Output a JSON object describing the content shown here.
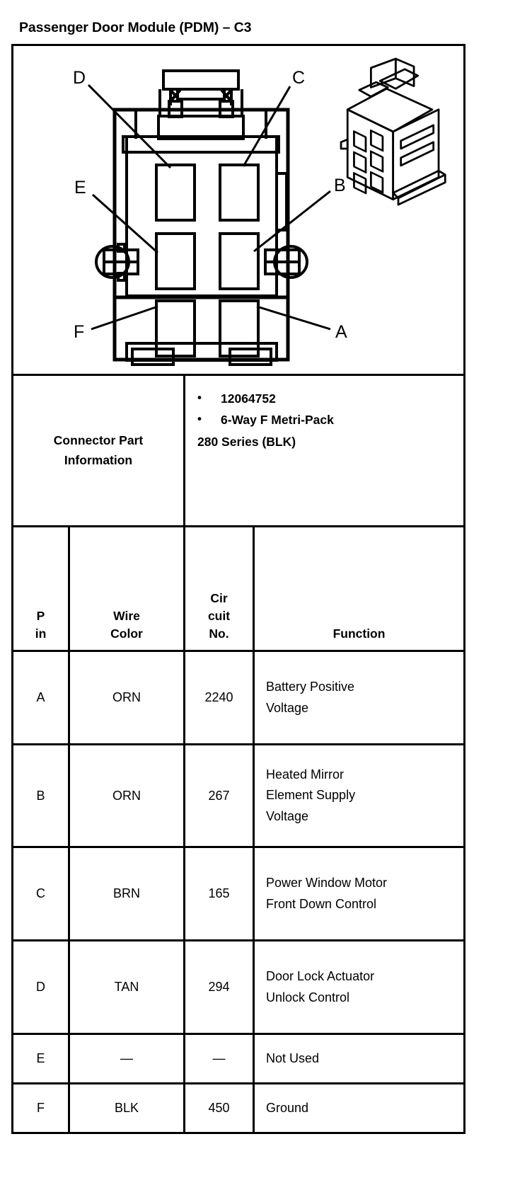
{
  "document": {
    "title": "Passenger Door Module (PDM) – C3"
  },
  "diagram": {
    "name": "connector-face-view",
    "description": "6-way connector face view with pin callouts",
    "callouts": [
      {
        "label": "D",
        "position": "top-left"
      },
      {
        "label": "C",
        "position": "top-right"
      },
      {
        "label": "E",
        "position": "middle-left"
      },
      {
        "label": "B",
        "position": "middle-right"
      },
      {
        "label": "F",
        "position": "bottom-left"
      },
      {
        "label": "A",
        "position": "bottom-right"
      }
    ],
    "cavity_count": 6,
    "inset_view": "isometric-connector-illustration"
  },
  "connector_part_information": {
    "label_line1": "Connector Part",
    "label_line2": "Information",
    "bullets": [
      "12064752",
      "6-Way F Metri-Pack"
    ],
    "tail": "280 Series (BLK)"
  },
  "pin_table": {
    "headers": {
      "pin": {
        "line1": "P",
        "line2": "in"
      },
      "wire": {
        "line1": "Wire",
        "line2": "Color"
      },
      "circuit": {
        "line1": "Cir",
        "line2": "cuit",
        "line3": "No."
      },
      "function": {
        "line1": "Function"
      }
    },
    "rows": [
      {
        "pin": "A",
        "wire_color": "ORN",
        "circuit_no": "2240",
        "function_lines": [
          "Battery Positive",
          "Voltage"
        ]
      },
      {
        "pin": "B",
        "wire_color": "ORN",
        "circuit_no": "267",
        "function_lines": [
          "Heated Mirror",
          "Element Supply",
          "Voltage"
        ]
      },
      {
        "pin": "C",
        "wire_color": "BRN",
        "circuit_no": "165",
        "function_lines": [
          "Power Window Motor",
          "Front Down Control"
        ]
      },
      {
        "pin": "D",
        "wire_color": "TAN",
        "circuit_no": "294",
        "function_lines": [
          "Door Lock Actuator",
          "Unlock Control"
        ]
      },
      {
        "pin": "E",
        "wire_color": "—",
        "circuit_no": "—",
        "function_lines": [
          "Not Used"
        ]
      },
      {
        "pin": "F",
        "wire_color": "BLK",
        "circuit_no": "450",
        "function_lines": [
          "Ground"
        ]
      }
    ]
  },
  "colors": {
    "ink": "#000000",
    "paper": "#ffffff"
  }
}
